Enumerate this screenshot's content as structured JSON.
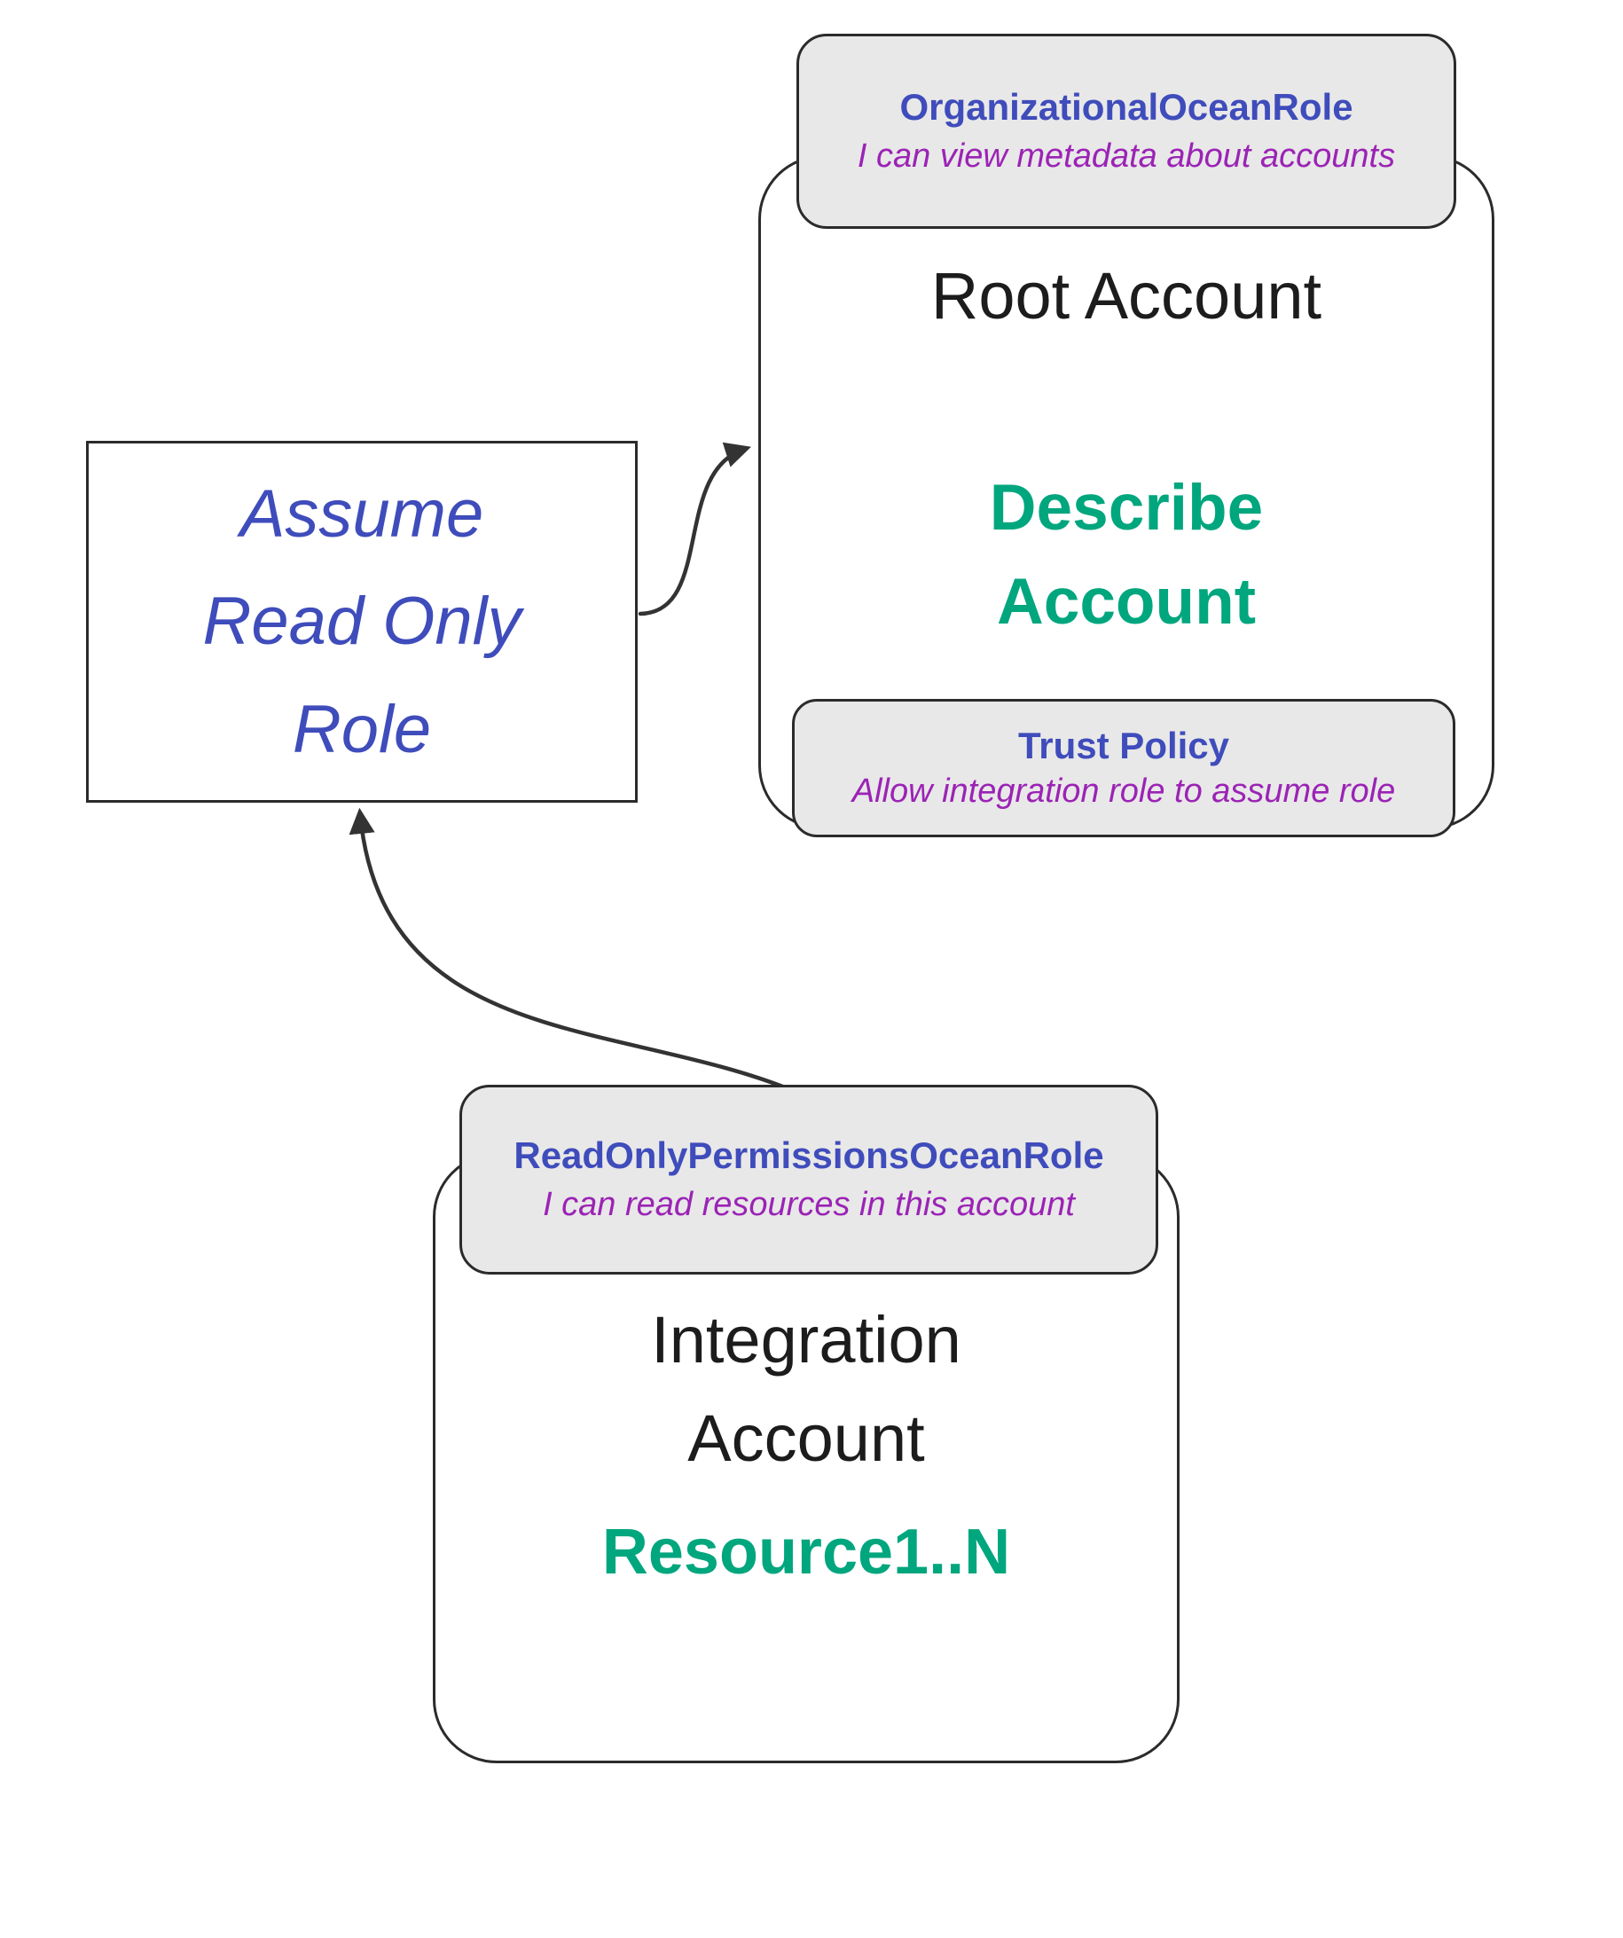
{
  "assume_box": {
    "lines": [
      "Assume",
      "Read Only",
      "Role"
    ]
  },
  "root_account": {
    "title": "Root Account",
    "action_lines": [
      "Describe",
      "Account"
    ],
    "role_badge": {
      "title": "OrganizationalOceanRole",
      "subtitle": "I can view metadata about accounts"
    },
    "trust_badge": {
      "title": "Trust Policy",
      "subtitle": "Allow integration role to assume role"
    }
  },
  "integration_account": {
    "title_lines": [
      "Integration",
      "Account"
    ],
    "resource_label": "Resource1..N",
    "role_badge": {
      "title": "ReadOnlyPermissionsOceanRole",
      "subtitle": "I can read resources in this account"
    }
  },
  "colors": {
    "role_title_blue": "#3f4cbb",
    "annotation_purple": "#9b23b5",
    "action_green": "#00a67d",
    "border_dark": "#2b2b2b",
    "badge_background": "#e8e8e8",
    "canvas_background": "#ffffff",
    "arrow_stroke": "#333333"
  }
}
